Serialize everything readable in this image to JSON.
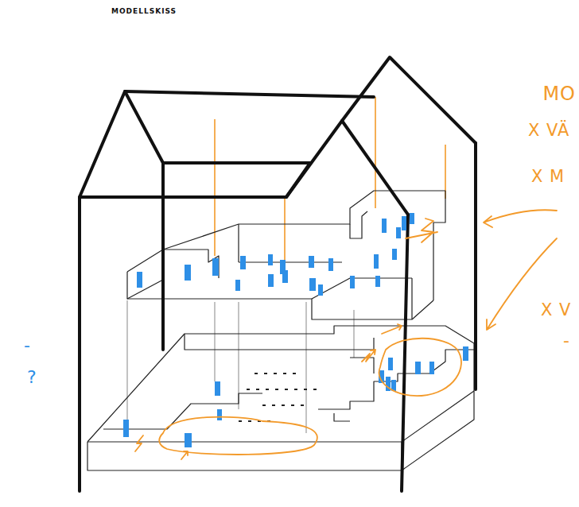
{
  "diagram": {
    "title": "MODELLSKISS",
    "labels": [
      "MO",
      "X VÄ",
      "X M",
      "X V",
      "-",
      "-",
      "?"
    ]
  }
}
